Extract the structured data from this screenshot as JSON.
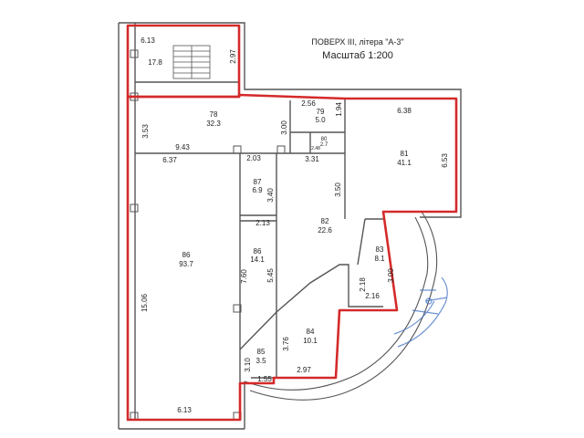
{
  "header": {
    "floor_title": "ПОВЕРХ III, літера \"А-3\"",
    "scale": "Масштаб 1:200"
  },
  "colors": {
    "boundary": "#d42a2a",
    "walls": "#555555",
    "stamp": "#3d6fc4"
  },
  "rooms": [
    {
      "number": "",
      "area": "17.8"
    },
    {
      "number": "78",
      "area": "32.3"
    },
    {
      "number": "79",
      "area": "5.0"
    },
    {
      "number": "80",
      "area": "2.7"
    },
    {
      "number": "81",
      "area": "41.1"
    },
    {
      "number": "82",
      "area": "22.6"
    },
    {
      "number": "83",
      "area": "8.1"
    },
    {
      "number": "84",
      "area": "10.1"
    },
    {
      "number": "85",
      "area": "3.5"
    },
    {
      "number": "86",
      "area": "93.7"
    },
    {
      "number": "86",
      "area": "14.1"
    },
    {
      "number": "87",
      "area": "6.9"
    }
  ],
  "dimensions": [
    "6.13",
    "2.97",
    "2.56",
    "1.94",
    "3.53",
    "3.00",
    "9.43",
    "2.48",
    "6.38",
    "6.53",
    "6.37",
    "2.03",
    "3.31",
    "3.40",
    "3.50",
    "2.13",
    "7.60",
    "5.45",
    "2.18",
    "3.00",
    "2.16",
    "15.06",
    "3.76",
    "3.10",
    "1.55",
    "2.97",
    "6.13"
  ]
}
